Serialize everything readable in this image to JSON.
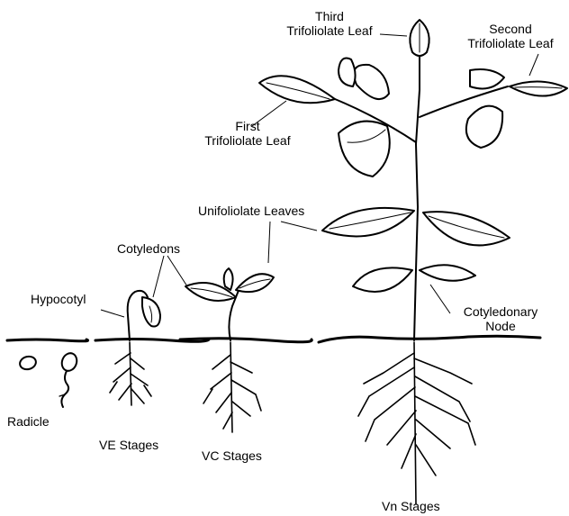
{
  "labels": {
    "third_trifoliolate_line1": "Third",
    "third_trifoliolate_line2": "Trifoliolate Leaf",
    "second_trifoliolate_line1": "Second",
    "second_trifoliolate_line2": "Trifoliolate Leaf",
    "first_trifoliolate_line1": "First",
    "first_trifoliolate_line2": "Trifoliolate Leaf",
    "unifoliolate": "Unifoliolate Leaves",
    "cotyledons": "Cotyledons",
    "hypocotyl": "Hypocotyl",
    "cotyledonary_line1": "Cotyledonary",
    "cotyledonary_line2": "Node",
    "radicle": "Radicle",
    "ve_stages": "VE Stages",
    "vc_stages": "VC Stages",
    "vn_stages": "Vn Stages"
  }
}
